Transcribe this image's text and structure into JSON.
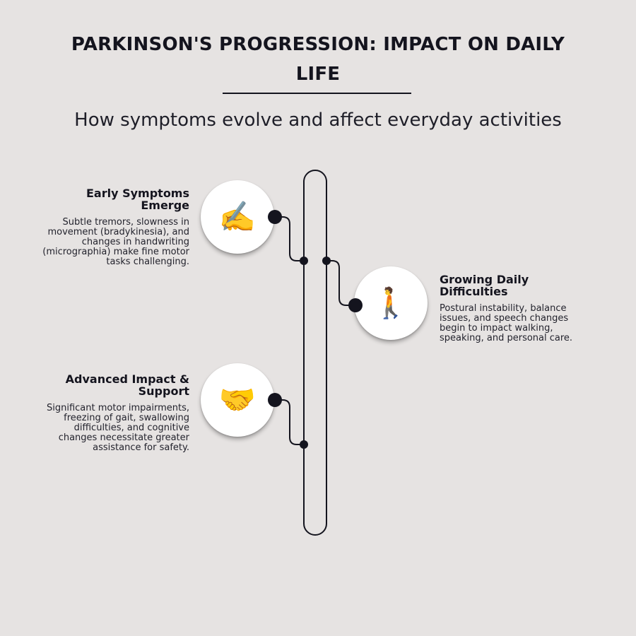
{
  "title": "PARKINSON'S PROGRESSION: IMPACT ON DAILY LIFE",
  "subtitle": "How symptoms evolve and affect everyday activities",
  "colors": {
    "background": "#e6e3e2",
    "line": "#14141e",
    "circle": "#ffffff"
  },
  "stages": [
    {
      "title": "Early Symptoms Emerge",
      "description": "Subtle tremors, slowness in movement (bradykinesia), and changes in handwriting (micrographia) make fine motor tasks challenging.",
      "icon": "writing-hand-icon",
      "emoji": "✍️"
    },
    {
      "title": "Growing Daily Difficulties",
      "description": "Postural instability, balance issues, and speech changes begin to impact walking, speaking, and personal care.",
      "icon": "person-walking-icon",
      "emoji": "🚶"
    },
    {
      "title": "Advanced Impact & Support",
      "description": "Significant motor impairments, freezing of gait, swallowing difficulties, and cognitive changes necessitate greater assistance for safety.",
      "icon": "handshake-icon",
      "emoji": "🤝"
    }
  ]
}
